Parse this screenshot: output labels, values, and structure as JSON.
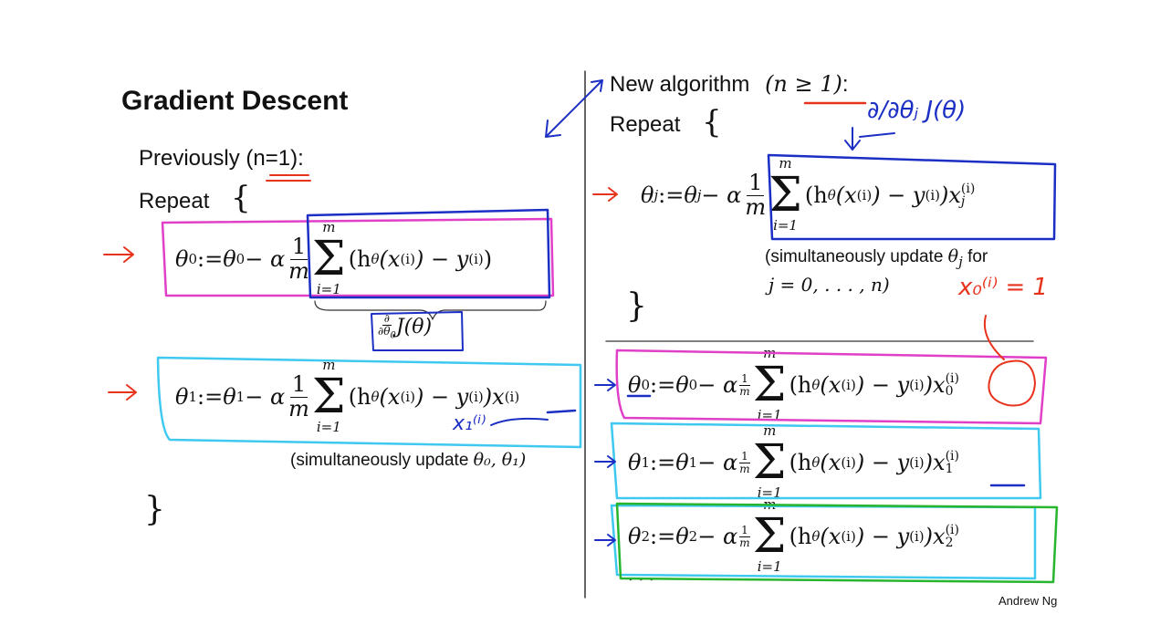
{
  "slide": {
    "title": "Gradient Descent",
    "author": "Andrew Ng"
  },
  "left": {
    "previously": "Previously (n=1):",
    "repeat": "Repeat",
    "open_brace": "{",
    "close_brace": "}",
    "eq0": {
      "lhs": "θ",
      "sub": "0",
      "assign": " := ",
      "theta": "θ",
      "sub2": "0",
      "minus": " − α",
      "one": "1",
      "m": "m",
      "sum_top": "m",
      "sum_bot": "i=1",
      "body": "(h",
      "h_sub": "θ",
      "x": "(x",
      "sup": "(i)",
      "rest": ") − y",
      "sup2": "(i)",
      "end": ")"
    },
    "underbrace_label": {
      "d": "∂",
      "dtheta": "∂θ",
      "dtheta_sub": "0",
      "J": "J(θ)"
    },
    "eq1": {
      "lhs": "θ",
      "sub": "1",
      "assign": " := ",
      "theta": "θ",
      "sub2": "1",
      "minus": " − α",
      "one": "1",
      "m": "m",
      "sum_top": "m",
      "sum_bot": "i=1",
      "body": "(h",
      "h_sub": "θ",
      "x": "(x",
      "sup": "(i)",
      "rest": ") − y",
      "sup2": "(i)",
      "end": ")x",
      "sup3": "(i)"
    },
    "simul": "(simultaneously update",
    "simul_math": "θ₀, θ₁)",
    "hand_note": "x₁⁽ⁱ⁾"
  },
  "right": {
    "new_alg": "New algorithm",
    "new_alg_math": "(n ≥ 1)",
    "colon": ":",
    "repeat": "Repeat",
    "open_brace": "{",
    "close_brace": "}",
    "eqj": {
      "lhs": "θ",
      "sub": "j",
      "assign": " := ",
      "theta": "θ",
      "sub2": "j",
      "minus": " − α",
      "one": "1",
      "m": "m",
      "sum_top": "m",
      "sum_bot": "i=1",
      "body": "(h",
      "h_sub": "θ",
      "x": "(x",
      "sup": "(i)",
      "rest": ") − y",
      "sup2": "(i)",
      "end": ")x",
      "sup3": "(i)",
      "sub3": "j"
    },
    "simul1": "(simultaneously update",
    "simul1_math": "θ",
    "simul1_sub": "j",
    "simul1_for": "for",
    "simul2": "j = 0, . . . , n)",
    "hand_deriv": "∂/∂θⱼ J(θ)",
    "hand_x0": "x₀⁽ⁱ⁾ = 1",
    "rows": [
      {
        "lhs": "θ",
        "sub": "0",
        "assign": " := ",
        "theta": "θ",
        "sub2": "0",
        "minus": " − α",
        "one": "1",
        "m": "m",
        "sum_top": "m",
        "sum_bot": "i=1",
        "body": "(h",
        "h_sub": "θ",
        "x": "(x",
        "sup": "(i)",
        "rest": ") − y",
        "sup2": "(i)",
        "end": ")x",
        "sup3": "(i)",
        "sub3": "0"
      },
      {
        "lhs": "θ",
        "sub": "1",
        "assign": " := ",
        "theta": "θ",
        "sub2": "1",
        "minus": " − α",
        "one": "1",
        "m": "m",
        "sum_top": "m",
        "sum_bot": "i=1",
        "body": "(h",
        "h_sub": "θ",
        "x": "(x",
        "sup": "(i)",
        "rest": ") − y",
        "sup2": "(i)",
        "end": ")x",
        "sup3": "(i)",
        "sub3": "1"
      },
      {
        "lhs": "θ",
        "sub": "2",
        "assign": " := ",
        "theta": "θ",
        "sub2": "2",
        "minus": " − α",
        "one": "1",
        "m": "m",
        "sum_top": "m",
        "sum_bot": "i=1",
        "body": "(h",
        "h_sub": "θ",
        "x": "(x",
        "sup": "(i)",
        "rest": ") − y",
        "sup2": "(i)",
        "end": ")x",
        "sup3": "(i)",
        "sub3": "2"
      }
    ],
    "ellipsis": ". . ."
  },
  "colors": {
    "magenta": "#e040c8",
    "blue": "#1c2fc4",
    "cyan": "#3fc8f0",
    "green": "#27b52e",
    "red": "#e8331c",
    "divider": "#333333"
  }
}
